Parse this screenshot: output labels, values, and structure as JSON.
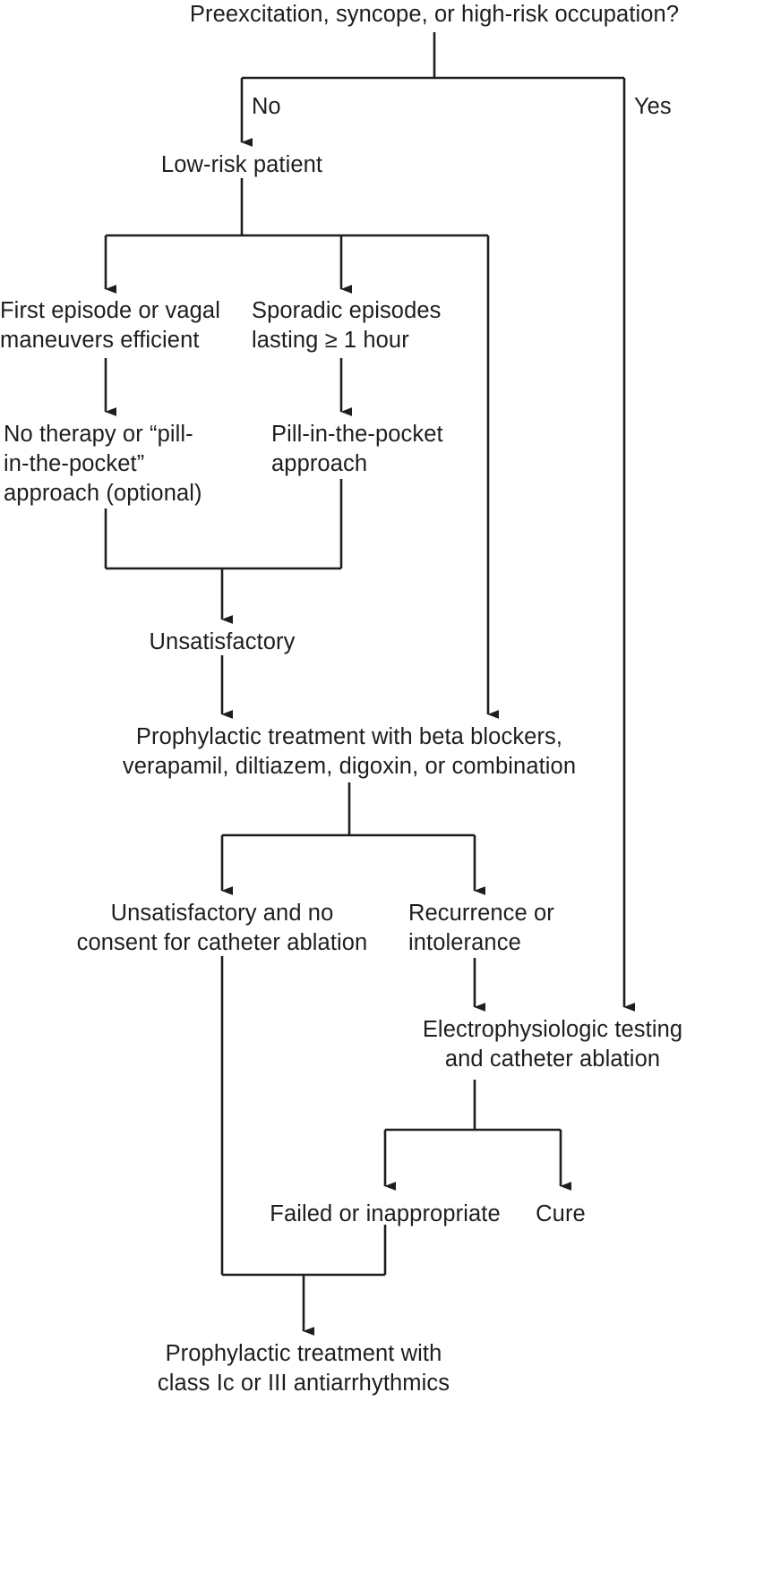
{
  "diagram": {
    "title": "Preexcitation, syncope, or high-risk occupation?",
    "type": "clinical-decision-flowchart",
    "colors": {
      "background": "#ffffff",
      "line": "#201d1d",
      "text": "#201d1d"
    },
    "nodes": [
      {
        "id": "root",
        "text": "Preexcitation, syncope, or high-risk occupation?"
      },
      {
        "id": "low-risk",
        "text": "Low-risk patient"
      },
      {
        "id": "first-ep",
        "text": "First episode or vagal\nmaneuvers efficient"
      },
      {
        "id": "sporadic",
        "text": "Sporadic episodes\nlasting ≥ 1 hour"
      },
      {
        "id": "no-therapy",
        "text": "No therapy or “pill-\nin-the-pocket”\napproach (optional)"
      },
      {
        "id": "pill-pocket",
        "text": "Pill-in-the-pocket\napproach"
      },
      {
        "id": "unsat",
        "text": "Unsatisfactory"
      },
      {
        "id": "prophylaxis",
        "text": "Prophylactic treatment with beta blockers,\nverapamil, diltiazem, digoxin, or combination"
      },
      {
        "id": "no-consent",
        "text": "Unsatisfactory and no\nconsent for catheter ablation"
      },
      {
        "id": "recurrence",
        "text": "Recurrence or\nintolerance"
      },
      {
        "id": "ep-testing",
        "text": "Electrophysiologic testing\nand catheter ablation"
      },
      {
        "id": "failed",
        "text": "Failed or inappropriate"
      },
      {
        "id": "cure",
        "text": "Cure"
      },
      {
        "id": "class-ic",
        "text": "Prophylactic treatment with\nclass Ic or III antiarrhythmics"
      }
    ],
    "edge_labels": [
      {
        "id": "branch-no",
        "text": "No"
      },
      {
        "id": "branch-yes",
        "text": "Yes"
      }
    ],
    "lines": {
      "node_lines": {
        "root": [
          "Preexcitation, syncope, or high-risk occupation?"
        ],
        "low_risk": [
          "Low-risk patient"
        ],
        "first_ep": [
          "First episode or vagal",
          "maneuvers efficient"
        ],
        "sporadic": [
          "Sporadic episodes",
          "lasting ≥ 1 hour"
        ],
        "no_therapy": [
          "No therapy or “pill-",
          "in-the-pocket”",
          "approach (optional)"
        ],
        "pill_pocket": [
          "Pill-in-the-pocket",
          "approach"
        ],
        "unsat": [
          "Unsatisfactory"
        ],
        "prophylaxis": [
          "Prophylactic treatment with beta blockers,",
          "verapamil, diltiazem, digoxin, or combination"
        ],
        "no_consent": [
          "Unsatisfactory and no",
          "consent for catheter ablation"
        ],
        "recurrence": [
          "Recurrence or",
          "intolerance"
        ],
        "ep_testing": [
          "Electrophysiologic testing",
          "and catheter ablation"
        ],
        "failed": [
          "Failed or inappropriate"
        ],
        "cure": [
          "Cure"
        ],
        "class_ic": [
          "Prophylactic treatment with",
          "class Ic or III antiarrhythmics"
        ]
      }
    }
  }
}
